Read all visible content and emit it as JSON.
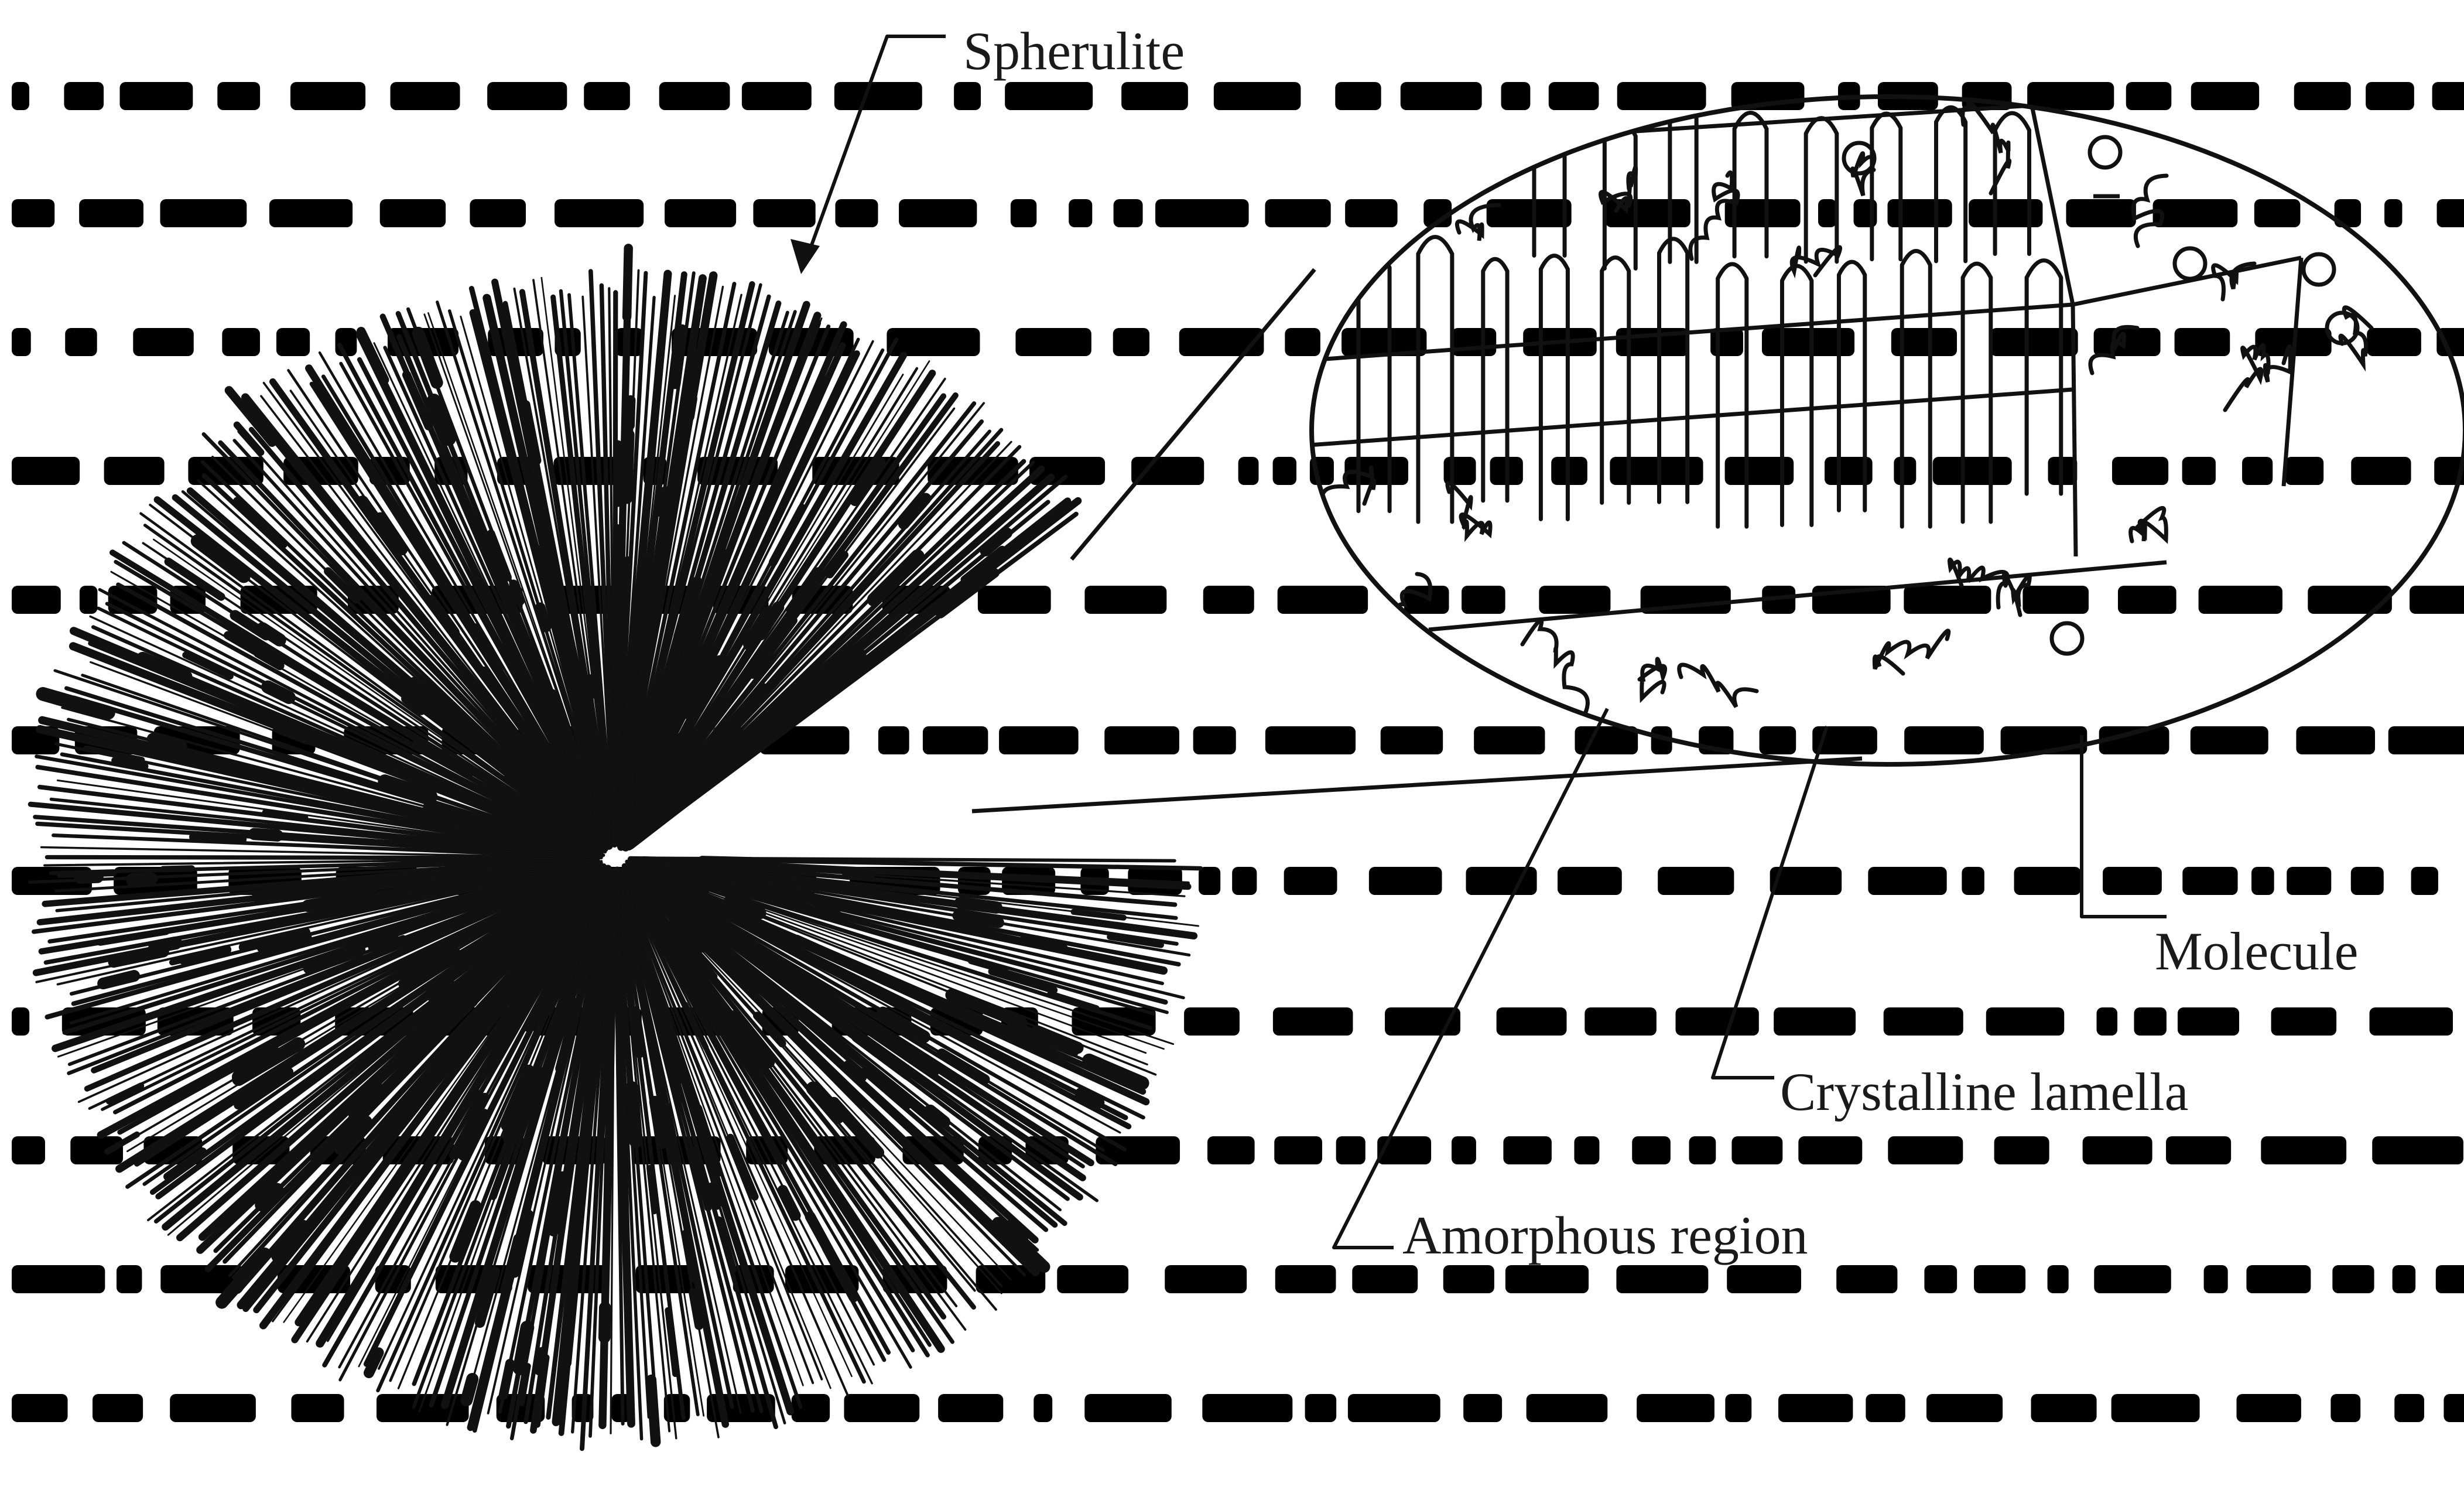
{
  "labels": {
    "spherulite": "Spherulite",
    "molecule": "Molecule",
    "crystalline_lamella": "Crystalline lamella",
    "amorphous_region": "Amorphous region"
  },
  "colors": {
    "ink": "#111111",
    "background": "#ffffff",
    "show_through": "#c9c9c9"
  }
}
